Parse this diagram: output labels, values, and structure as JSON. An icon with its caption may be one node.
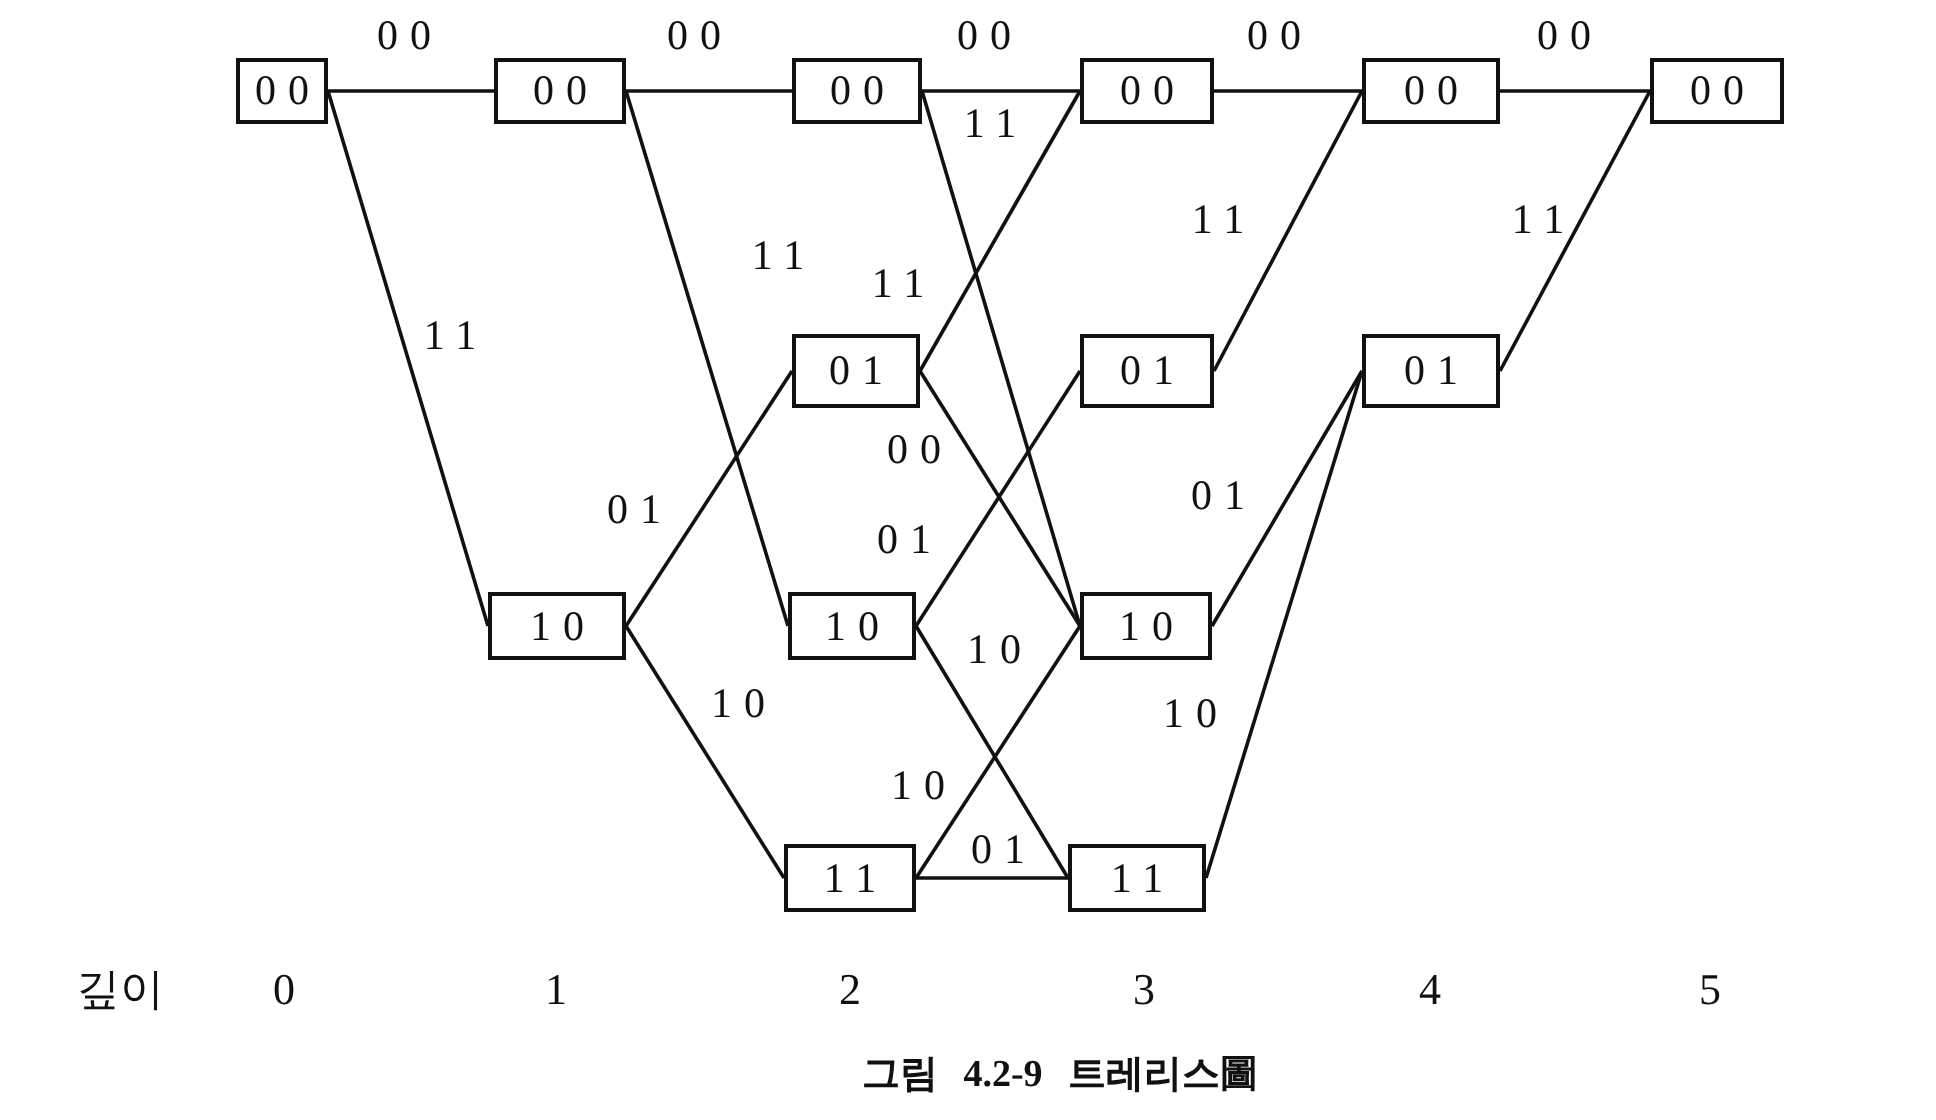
{
  "diagram": {
    "caption": "그림 4.2-9 트레리스圖",
    "nodes": [
      {
        "text": [
          "00"
        ]
      },
      {
        "text": [
          "00"
        ]
      },
      {
        "text": [
          "00"
        ]
      },
      {
        "text": [
          "00"
        ]
      },
      {
        "text": [
          "00"
        ]
      },
      {
        "text": [
          "00"
        ]
      },
      {
        "text": [
          "01"
        ]
      },
      {
        "text": [
          "01"
        ]
      },
      {
        "text": [
          "01"
        ]
      },
      {
        "text": [
          "10"
        ]
      },
      {
        "text": [
          "10"
        ]
      },
      {
        "text": [
          "10"
        ]
      },
      {
        "text": [
          "11"
        ]
      },
      {
        "text": [
          "11"
        ]
      }
    ],
    "edges": [
      {
        "from": 0,
        "to": 1,
        "arrow": "none",
        "label": "00"
      },
      {
        "from": 0,
        "to": 9,
        "arrow": "none",
        "label": "11"
      },
      {
        "from": 1,
        "to": 2,
        "arrow": "none",
        "label": "00"
      },
      {
        "from": 1,
        "to": 10,
        "arrow": "none",
        "label": "11"
      },
      {
        "from": 9,
        "to": 6,
        "arrow": "none",
        "label": "01"
      },
      {
        "from": 9,
        "to": 12,
        "arrow": "none",
        "label": "10"
      },
      {
        "from": 2,
        "to": 3,
        "arrow": "none",
        "label": "00"
      },
      {
        "from": 2,
        "to": 11,
        "arrow": "none",
        "label": "11"
      },
      {
        "from": 6,
        "to": 3,
        "arrow": "none",
        "label": "11"
      },
      {
        "from": 6,
        "to": 11,
        "arrow": "none",
        "label": "00"
      },
      {
        "from": 10,
        "to": 7,
        "arrow": "none",
        "label": "01"
      },
      {
        "from": 10,
        "to": 13,
        "arrow": "none",
        "label": "10"
      },
      {
        "from": 12,
        "to": 11,
        "arrow": "none",
        "label": "10"
      },
      {
        "from": 12,
        "to": 13,
        "arrow": "none",
        "label": "01"
      },
      {
        "from": 3,
        "to": 4,
        "arrow": "none",
        "label": "00"
      },
      {
        "from": 7,
        "to": 4,
        "arrow": "none",
        "label": "11"
      },
      {
        "from": 11,
        "to": 8,
        "arrow": "none",
        "label": "01"
      },
      {
        "from": 13,
        "to": 8,
        "arrow": "none",
        "label": "10"
      },
      {
        "from": 4,
        "to": 5,
        "arrow": "none",
        "label": "00"
      },
      {
        "from": 8,
        "to": 5,
        "arrow": "none",
        "label": "11"
      }
    ],
    "labels": [
      "깊이",
      "0",
      "1",
      "2",
      "3",
      "4",
      "5"
    ]
  }
}
